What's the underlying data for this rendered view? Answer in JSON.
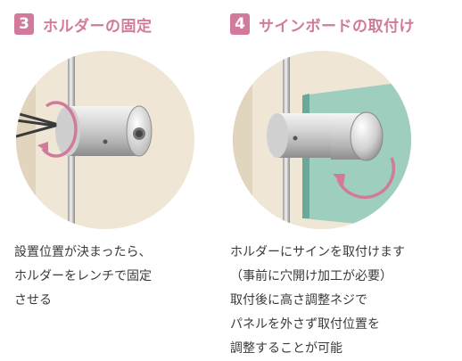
{
  "theme": {
    "accent": "#d27a9b"
  },
  "steps": [
    {
      "number": "3",
      "title": "ホルダーの固定",
      "description": [
        "設置位置が決まったら、",
        "ホルダーをレンチで固定",
        "させる"
      ]
    },
    {
      "number": "4",
      "title": "サインボードの取付け",
      "description": [
        "ホルダーにサインを取付けます",
        "（事前に穴開け加工が必要）",
        "取付後に高さ調整ネジで",
        "パネルを外さず取付位置を",
        "調整することが可能"
      ]
    }
  ]
}
